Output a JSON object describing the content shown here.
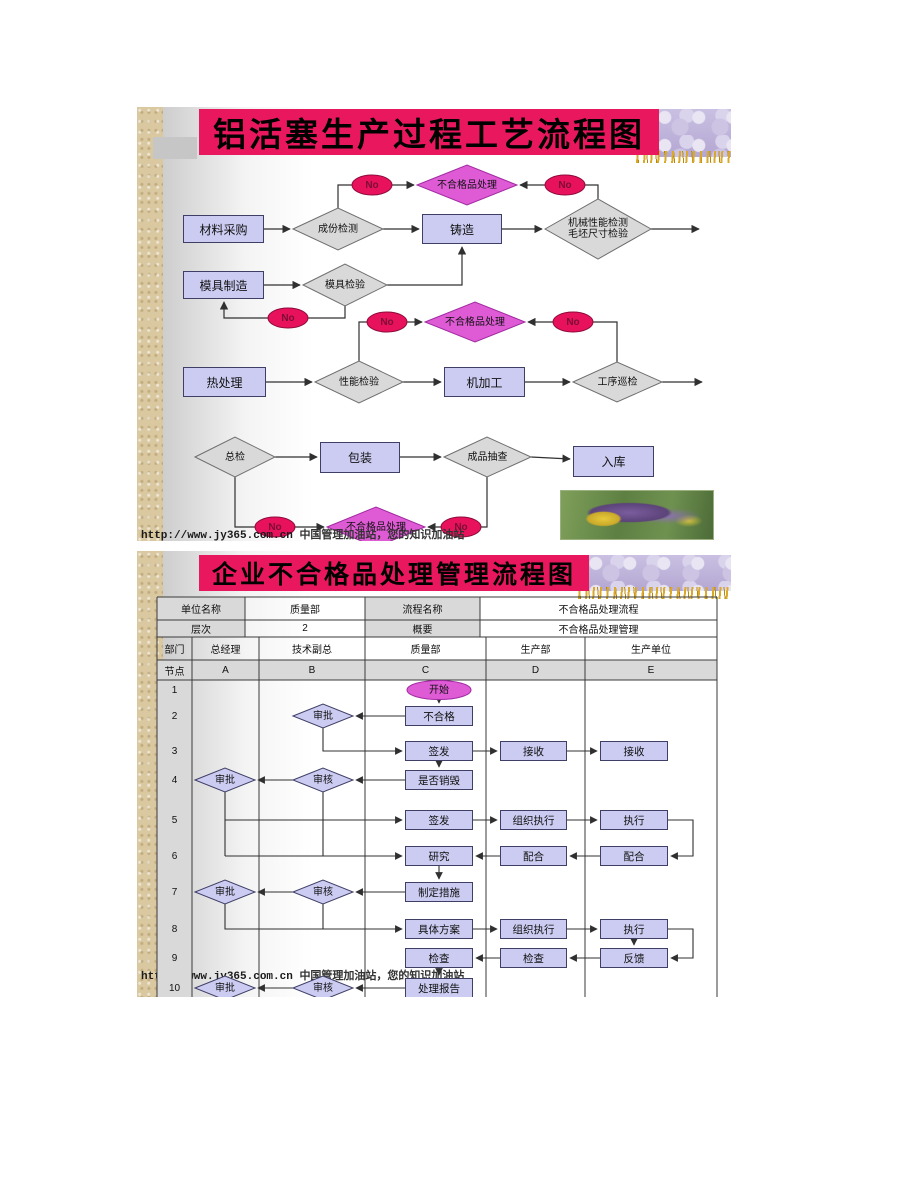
{
  "footer": {
    "url": "http://www.jy365.com.cn",
    "tagline": "中国管理加油站，您的知识加油站"
  },
  "colors": {
    "banner_pink": "#e9185e",
    "node_lavender": "#ccccf2",
    "diamond_gray": "#d9d9d9",
    "magenta_diamond": "#df5bd6",
    "no_oval_red": "#e8125c",
    "strip_beige": "#d9c8a0"
  },
  "slide1": {
    "title": "铝活塞生产过程工艺流程图",
    "no_label": "No",
    "nonconforming": "不合格品处理",
    "nodes": {
      "material_purchase": "材料采购",
      "ingredient_check": "成份检测",
      "casting": "铸造",
      "mech_perf_check": "机械性能检测",
      "blank_size_check": "毛坯尺寸检验",
      "mold_making": "模具制造",
      "mold_check": "模具检验",
      "heat_treatment": "热处理",
      "performance_check": "性能检验",
      "machining": "机加工",
      "process_patrol": "工序巡检",
      "final_inspection": "总检",
      "packaging": "包装",
      "product_sampling": "成品抽查",
      "warehousing": "入库"
    }
  },
  "slide2": {
    "title": "企业不合格品处理管理流程图",
    "info": {
      "unit_label": "单位名称",
      "unit_value": "质量部",
      "process_label": "流程名称",
      "process_value": "不合格品处理流程",
      "level_label": "层次",
      "level_value": "2",
      "summary_label": "概要",
      "summary_value": "不合格品处理管理"
    },
    "dept_label": "部门",
    "node_label": "节点",
    "departments": [
      "总经理",
      "技术副总",
      "质量部",
      "生产部",
      "生产单位"
    ],
    "node_letters": [
      "A",
      "B",
      "C",
      "D",
      "E"
    ],
    "row_numbers": [
      "1",
      "2",
      "3",
      "4",
      "5",
      "6",
      "7",
      "8",
      "9",
      "10"
    ],
    "nodes": {
      "start": "开始",
      "nonconforming": "不合格",
      "approve": "审批",
      "review": "审核",
      "issue": "签发",
      "receive": "接收",
      "destroy_decision": "是否销毁",
      "organize_execute": "组织执行",
      "execute": "执行",
      "research": "研究",
      "cooperate": "配合",
      "make_measures": "制定措施",
      "concrete_plan": "具体方案",
      "inspect": "检查",
      "feedback": "反馈",
      "handle_report": "处理报告"
    }
  }
}
